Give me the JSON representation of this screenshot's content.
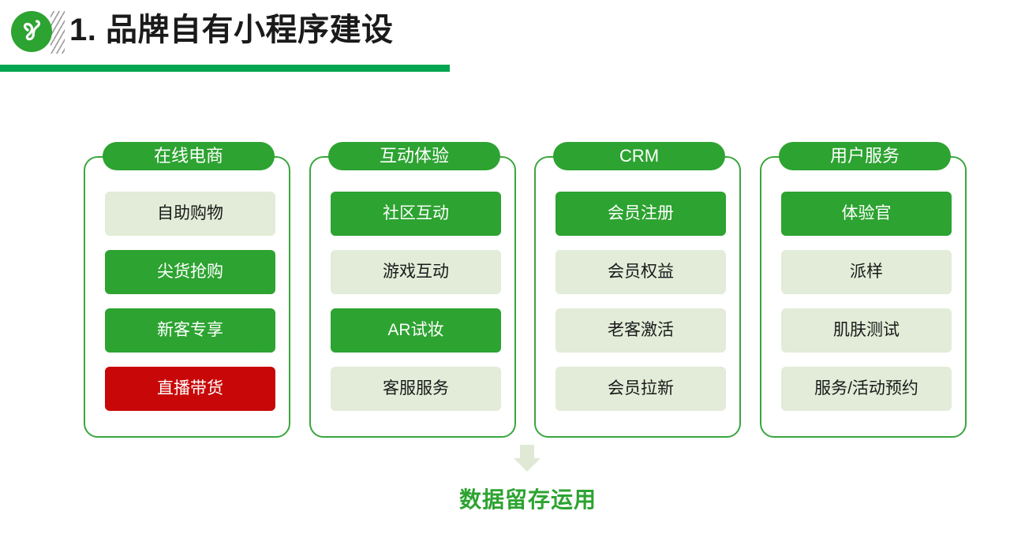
{
  "header": {
    "logo_icon": "wechat-mini-program-logo",
    "title": "1. 品牌自有小程序建设",
    "accent_color": "#00a650",
    "logo_color": "#2da331"
  },
  "colors": {
    "green": "#2da331",
    "light_green": "#e2ecd8",
    "red": "#c80808",
    "border_green": "#3aa63e",
    "arrow_green": "#dfe9d5"
  },
  "columns": [
    {
      "title": "在线电商",
      "items": [
        {
          "label": "自助购物",
          "style": "light"
        },
        {
          "label": "尖货抢购",
          "style": "green"
        },
        {
          "label": "新客专享",
          "style": "green"
        },
        {
          "label": "直播带货",
          "style": "red"
        }
      ]
    },
    {
      "title": "互动体验",
      "items": [
        {
          "label": "社区互动",
          "style": "green"
        },
        {
          "label": "游戏互动",
          "style": "light"
        },
        {
          "label": "AR试妆",
          "style": "green"
        },
        {
          "label": "客服服务",
          "style": "light"
        }
      ]
    },
    {
      "title": "CRM",
      "items": [
        {
          "label": "会员注册",
          "style": "green"
        },
        {
          "label": "会员权益",
          "style": "light"
        },
        {
          "label": "老客激活",
          "style": "light"
        },
        {
          "label": "会员拉新",
          "style": "light"
        }
      ]
    },
    {
      "title": "用户服务",
      "items": [
        {
          "label": "体验官",
          "style": "green"
        },
        {
          "label": "派样",
          "style": "light"
        },
        {
          "label": "肌肤测试",
          "style": "light"
        },
        {
          "label": "服务/活动预约",
          "style": "light"
        }
      ]
    }
  ],
  "footer": {
    "arrow_icon": "arrow-down-icon",
    "label": "数据留存运用"
  }
}
